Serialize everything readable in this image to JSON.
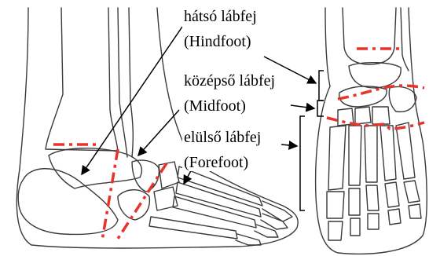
{
  "labels": {
    "hindfoot": {
      "name": "hátsó lábfej",
      "latin": "(Hindfoot)"
    },
    "midfoot": {
      "name": "középső lábfej",
      "latin": "(Midfoot)"
    },
    "forefoot": {
      "name": "elülső lábfej",
      "latin": "(Forefoot)"
    }
  },
  "colors": {
    "ink": "#000000",
    "bone_line": "#3a3a3a",
    "bone_fill": "#ffffff",
    "marker": "#e8322b"
  },
  "views": [
    "lateral-foot-view",
    "dorsal-foot-view"
  ]
}
